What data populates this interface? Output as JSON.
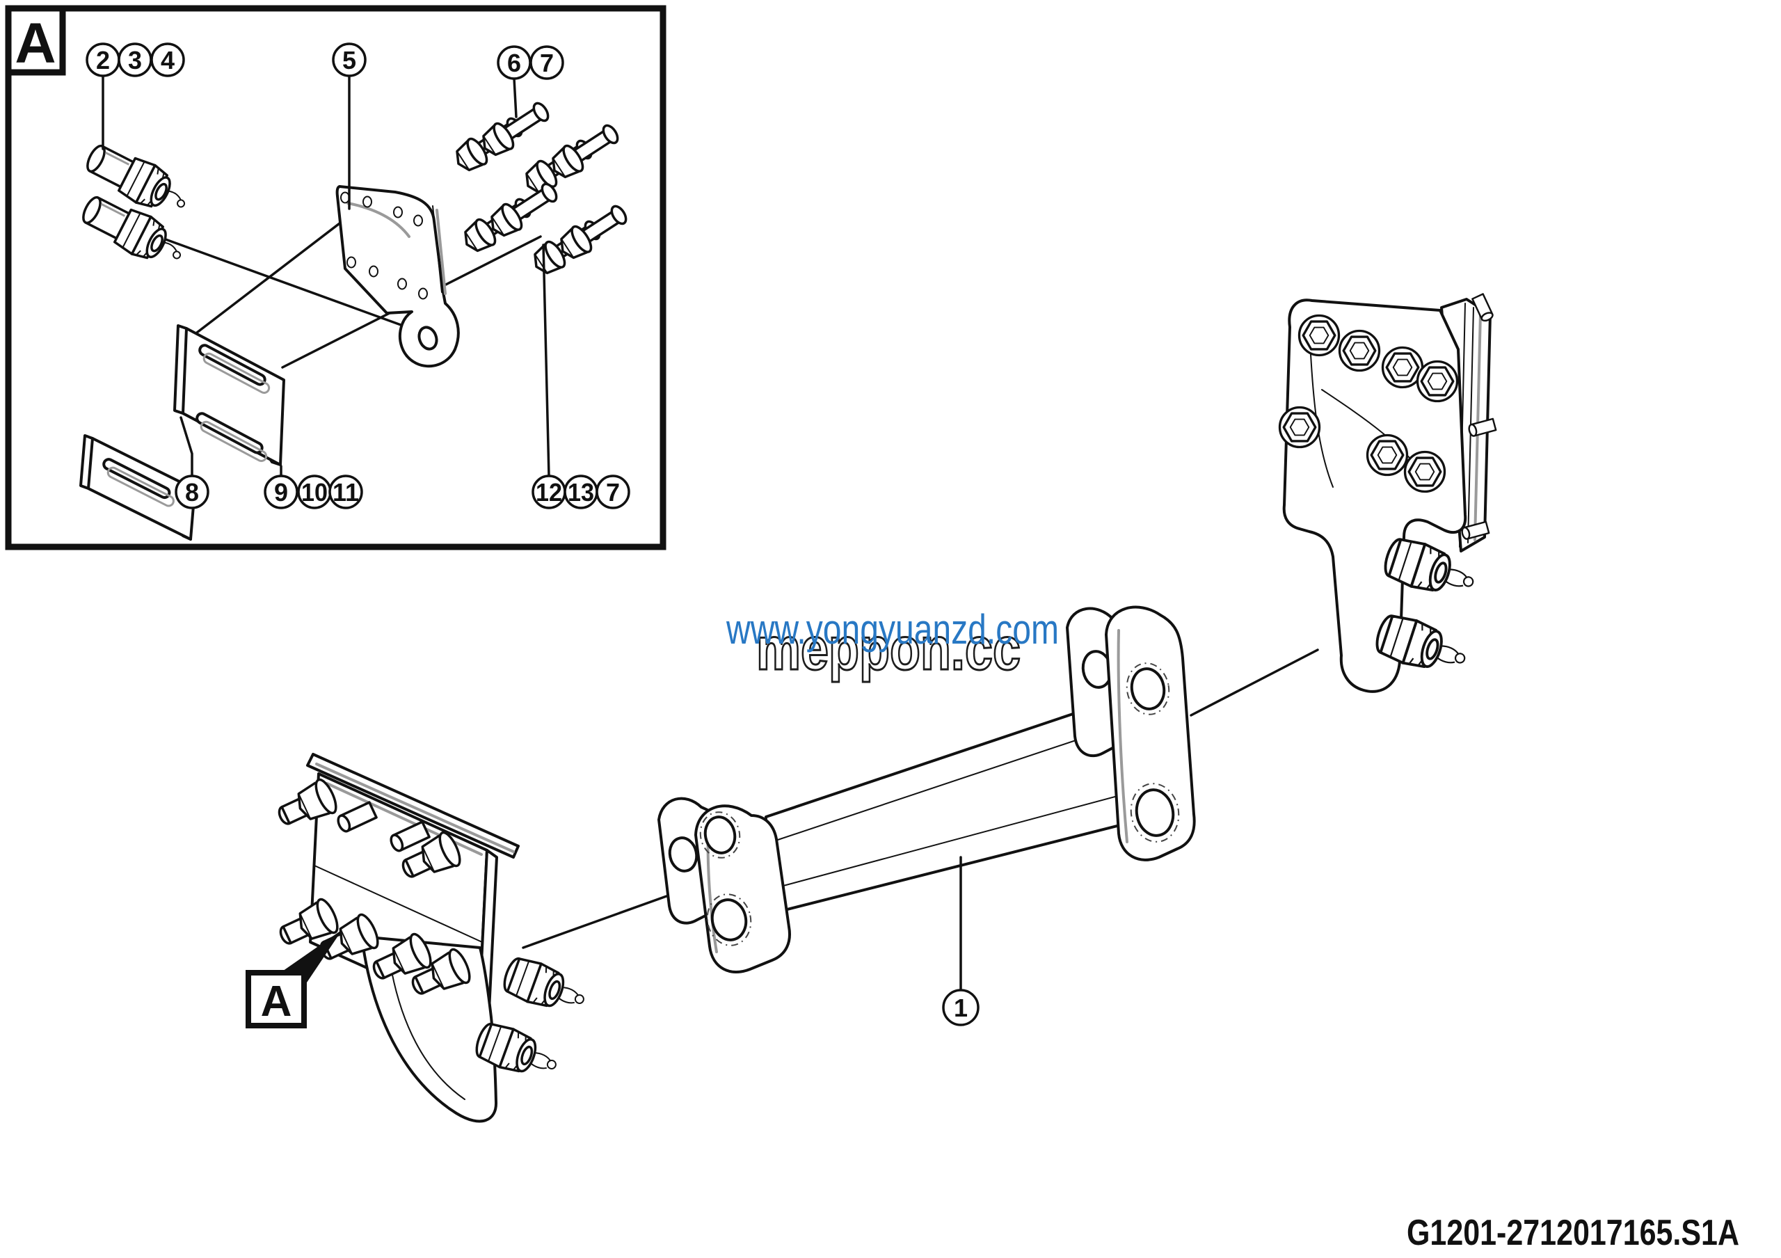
{
  "figure": {
    "kind": "exploded-parts-diagram",
    "part_number": "G1201-2712017165.S1A"
  },
  "detail_box": {
    "label": "A"
  },
  "pointer": {
    "label": "A"
  },
  "callouts": {
    "c1": "1",
    "c2": "2",
    "c3": "3",
    "c4": "4",
    "c5": "5",
    "c6": "6",
    "c7a": "7",
    "c7b": "7",
    "c8": "8",
    "c9": "9",
    "c10": "10",
    "c11": "11",
    "c12": "12",
    "c13": "13"
  },
  "watermark": {
    "line1": "www.yongyuanzd.com",
    "line2": "meppon.cc"
  },
  "colors": {
    "watermark_blue": "#2878C4",
    "line": "#111111"
  }
}
